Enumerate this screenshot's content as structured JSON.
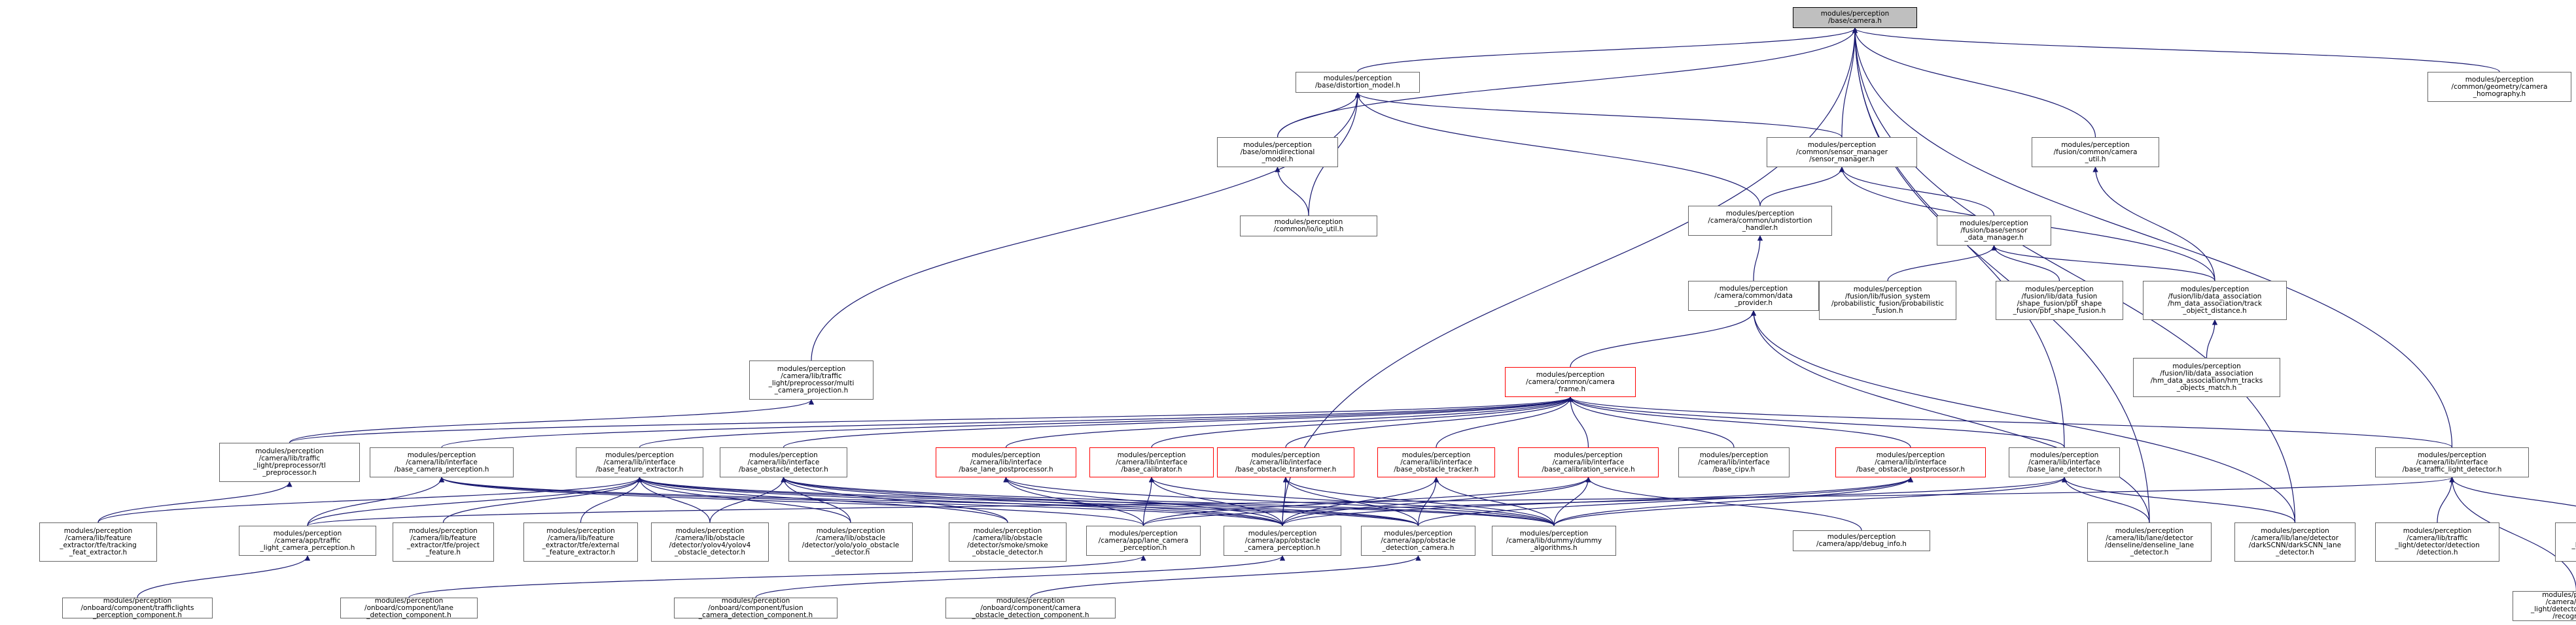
{
  "graph": {
    "nodes": [
      {
        "id": "root",
        "lines": [
          "modules/perception",
          "/base/camera.h"
        ],
        "red": false,
        "root": true
      },
      {
        "id": "distortion",
        "lines": [
          "modules/perception",
          "/base/distortion_model.h"
        ],
        "red": false
      },
      {
        "id": "geometry",
        "lines": [
          "modules/perception",
          "/common/geometry/camera",
          "_homography.h"
        ],
        "red": false
      },
      {
        "id": "omni",
        "lines": [
          "modules/perception",
          "/base/omnidirectional",
          "_model.h"
        ],
        "red": false
      },
      {
        "id": "sensor_mgr",
        "lines": [
          "modules/perception",
          "/common/sensor_manager",
          "/sensor_manager.h"
        ],
        "red": false
      },
      {
        "id": "fusion_cam",
        "lines": [
          "modules/perception",
          "/fusion/common/camera",
          "_util.h"
        ],
        "red": false
      },
      {
        "id": "io_util",
        "lines": [
          "modules/perception",
          "/common/io/io_util.h"
        ],
        "red": false
      },
      {
        "id": "undistort",
        "lines": [
          "modules/perception",
          "/camera/common/undistortion",
          "_handler.h"
        ],
        "red": false
      },
      {
        "id": "sensor_data",
        "lines": [
          "modules/perception",
          "/fusion/base/sensor",
          "_data_manager.h"
        ],
        "red": false
      },
      {
        "id": "data_provider",
        "lines": [
          "modules/perception",
          "/camera/common/data",
          "_provider.h"
        ],
        "red": false
      },
      {
        "id": "fusion_system",
        "lines": [
          "modules/perception",
          "/fusion/lib/fusion_system",
          "/probabilistic_fusion/probabilistic",
          "_fusion.h"
        ],
        "red": false
      },
      {
        "id": "pbf_shape",
        "lines": [
          "modules/perception",
          "/fusion/lib/data_fusion",
          "/shape_fusion/pbf_shape",
          "_fusion/pbf_shape_fusion.h"
        ],
        "red": false
      },
      {
        "id": "track_obj",
        "lines": [
          "modules/perception",
          "/fusion/lib/data_association",
          "/hm_data_association/track",
          "_object_distance.h"
        ],
        "red": false
      },
      {
        "id": "hm_tracks",
        "lines": [
          "modules/perception",
          "/fusion/lib/data_association",
          "/hm_data_association/hm_tracks",
          "_objects_match.h"
        ],
        "red": false
      },
      {
        "id": "tl_multi",
        "lines": [
          "modules/perception",
          "/camera/lib/traffic",
          "_light/preprocessor/multi",
          "_camera_projection.h"
        ],
        "red": false
      },
      {
        "id": "camera_frame",
        "lines": [
          "modules/perception",
          "/camera/common/camera",
          "_frame.h"
        ],
        "red": true
      },
      {
        "id": "tl_pre",
        "lines": [
          "modules/perception",
          "/camera/lib/traffic",
          "_light/preprocessor/tl",
          "_preprocessor.h"
        ],
        "red": false
      },
      {
        "id": "base_cam_perc",
        "lines": [
          "modules/perception",
          "/camera/lib/interface",
          "/base_camera_perception.h"
        ],
        "red": false
      },
      {
        "id": "base_feat",
        "lines": [
          "modules/perception",
          "/camera/lib/interface",
          "/base_feature_extractor.h"
        ],
        "red": false
      },
      {
        "id": "base_obst",
        "lines": [
          "modules/perception",
          "/camera/lib/interface",
          "/base_obstacle_detector.h"
        ],
        "red": false
      },
      {
        "id": "base_lane_post",
        "lines": [
          "modules/perception",
          "/camera/lib/interface",
          "/base_lane_postprocessor.h"
        ],
        "red": true
      },
      {
        "id": "base_calibrator",
        "lines": [
          "modules/perception",
          "/camera/lib/interface",
          "/base_calibrator.h"
        ],
        "red": true
      },
      {
        "id": "base_obst_trans",
        "lines": [
          "modules/perception",
          "/camera/lib/interface",
          "/base_obstacle_transformer.h"
        ],
        "red": true
      },
      {
        "id": "base_obst_track",
        "lines": [
          "modules/perception",
          "/camera/lib/interface",
          "/base_obstacle_tracker.h"
        ],
        "red": true
      },
      {
        "id": "base_calib_svc",
        "lines": [
          "modules/perception",
          "/camera/lib/interface",
          "/base_calibration_service.h"
        ],
        "red": true
      },
      {
        "id": "base_cipv",
        "lines": [
          "modules/perception",
          "/camera/lib/interface",
          "/base_cipv.h"
        ],
        "red": false
      },
      {
        "id": "base_obst_post",
        "lines": [
          "modules/perception",
          "/camera/lib/interface",
          "/base_obstacle_postprocessor.h"
        ],
        "red": true
      },
      {
        "id": "base_lane_det",
        "lines": [
          "modules/perception",
          "/camera/lib/interface",
          "/base_lane_detector.h"
        ],
        "red": false
      },
      {
        "id": "base_tl_det",
        "lines": [
          "modules/perception",
          "/camera/lib/interface",
          "/base_traffic_light_detector.h"
        ],
        "red": false
      },
      {
        "id": "feat_tracking",
        "lines": [
          "modules/perception",
          "/camera/lib/feature",
          "_extractor/tfe/tracking",
          "_feat_extractor.h"
        ],
        "red": false
      },
      {
        "id": "app_tl_cam",
        "lines": [
          "modules/perception",
          "/camera/app/traffic",
          "_light_camera_perception.h"
        ],
        "red": false
      },
      {
        "id": "feat_project",
        "lines": [
          "modules/perception",
          "/camera/lib/feature",
          "_extractor/tfe/project",
          "_feature.h"
        ],
        "red": false
      },
      {
        "id": "feat_external",
        "lines": [
          "modules/perception",
          "/camera/lib/feature",
          "_extractor/tfe/external",
          "_feature_extractor.h"
        ],
        "red": false
      },
      {
        "id": "yolov4",
        "lines": [
          "modules/perception",
          "/camera/lib/obstacle",
          "/detector/yolov4/yolov4",
          "_obstacle_detector.h"
        ],
        "red": false
      },
      {
        "id": "yolo",
        "lines": [
          "modules/perception",
          "/camera/lib/obstacle",
          "/detector/yolo/yolo_obstacle",
          "_detector.h"
        ],
        "red": false
      },
      {
        "id": "smoke",
        "lines": [
          "modules/perception",
          "/camera/lib/obstacle",
          "/detector/smoke/smoke",
          "_obstacle_detector.h"
        ],
        "red": false
      },
      {
        "id": "app_lane_cam",
        "lines": [
          "modules/perception",
          "/camera/app/lane_camera",
          "_perception.h"
        ],
        "red": false
      },
      {
        "id": "app_obst_cam",
        "lines": [
          "modules/perception",
          "/camera/app/obstacle",
          "_camera_perception.h"
        ],
        "red": false
      },
      {
        "id": "app_obst_det",
        "lines": [
          "modules/perception",
          "/camera/app/obstacle",
          "_detection_camera.h"
        ],
        "red": false
      },
      {
        "id": "dummy",
        "lines": [
          "modules/perception",
          "/camera/lib/dummy/dummy",
          "_algorithms.h"
        ],
        "red": false
      },
      {
        "id": "debug_info",
        "lines": [
          "modules/perception",
          "/camera/app/debug_info.h"
        ],
        "red": false
      },
      {
        "id": "denseline",
        "lines": [
          "modules/perception",
          "/camera/lib/lane/detector",
          "/denseline/denseline_lane",
          "_detector.h"
        ],
        "red": false
      },
      {
        "id": "darkscnn",
        "lines": [
          "modules/perception",
          "/camera/lib/lane/detector",
          "/darkSCNN/darkSCNN_lane",
          "_detector.h"
        ],
        "red": false
      },
      {
        "id": "tl_detection",
        "lines": [
          "modules/perception",
          "/camera/lib/traffic",
          "_light/detector/detection",
          "/detection.h"
        ],
        "red": false
      },
      {
        "id": "tl_classify",
        "lines": [
          "modules/perception",
          "/camera/lib/traffic",
          "_light/detector/recognition",
          "/classify.h"
        ],
        "red": false
      },
      {
        "id": "onb_tl",
        "lines": [
          "modules/perception",
          "/onboard/component/trafficlights",
          "_perception_component.h"
        ],
        "red": false
      },
      {
        "id": "onb_lane",
        "lines": [
          "modules/perception",
          "/onboard/component/lane",
          "_detection_component.h"
        ],
        "red": false
      },
      {
        "id": "onb_fusion",
        "lines": [
          "modules/perception",
          "/onboard/component/fusion",
          "_camera_detection_component.h"
        ],
        "red": false
      },
      {
        "id": "onb_camobs",
        "lines": [
          "modules/perception",
          "/onboard/component/camera",
          "_obstacle_detection_component.h"
        ],
        "red": false
      },
      {
        "id": "tl_recognition",
        "lines": [
          "modules/perception",
          "/camera/lib/traffic",
          "_light/detector/recognition",
          "/recognition.h"
        ],
        "red": false
      }
    ],
    "edges": [
      [
        "distortion",
        "root"
      ],
      [
        "geometry",
        "root"
      ],
      [
        "omni",
        "root"
      ],
      [
        "sensor_mgr",
        "root"
      ],
      [
        "fusion_cam",
        "root"
      ],
      [
        "omni",
        "distortion"
      ],
      [
        "io_util",
        "distortion"
      ],
      [
        "sensor_mgr",
        "distortion"
      ],
      [
        "undistort",
        "distortion"
      ],
      [
        "tl_multi",
        "distortion"
      ],
      [
        "io_util",
        "omni"
      ],
      [
        "undistort",
        "sensor_mgr"
      ],
      [
        "sensor_data",
        "sensor_mgr"
      ],
      [
        "track_obj",
        "sensor_mgr"
      ],
      [
        "track_obj",
        "fusion_cam"
      ],
      [
        "data_provider",
        "undistort"
      ],
      [
        "fusion_system",
        "sensor_data"
      ],
      [
        "pbf_shape",
        "sensor_data"
      ],
      [
        "track_obj",
        "sensor_data"
      ],
      [
        "hm_tracks",
        "track_obj"
      ],
      [
        "camera_frame",
        "data_provider"
      ],
      [
        "tl_pre",
        "tl_multi"
      ],
      [
        "base_cam_perc",
        "camera_frame"
      ],
      [
        "base_feat",
        "camera_frame"
      ],
      [
        "base_obst",
        "camera_frame"
      ],
      [
        "base_lane_post",
        "camera_frame"
      ],
      [
        "base_calibrator",
        "camera_frame"
      ],
      [
        "base_obst_trans",
        "camera_frame"
      ],
      [
        "base_obst_track",
        "camera_frame"
      ],
      [
        "base_calib_svc",
        "camera_frame"
      ],
      [
        "base_cipv",
        "camera_frame"
      ],
      [
        "base_obst_post",
        "camera_frame"
      ],
      [
        "base_lane_det",
        "camera_frame"
      ],
      [
        "base_tl_det",
        "camera_frame"
      ],
      [
        "tl_pre",
        "camera_frame"
      ],
      [
        "feat_tracking",
        "base_feat"
      ],
      [
        "app_tl_cam",
        "base_feat"
      ],
      [
        "feat_project",
        "base_feat"
      ],
      [
        "feat_external",
        "base_feat"
      ],
      [
        "yolov4",
        "base_feat"
      ],
      [
        "yolo",
        "base_feat"
      ],
      [
        "smoke",
        "base_feat"
      ],
      [
        "app_obst_cam",
        "base_feat"
      ],
      [
        "app_obst_det",
        "base_feat"
      ],
      [
        "dummy",
        "base_feat"
      ],
      [
        "yolov4",
        "base_obst"
      ],
      [
        "yolo",
        "base_obst"
      ],
      [
        "smoke",
        "base_obst"
      ],
      [
        "app_obst_cam",
        "base_obst"
      ],
      [
        "app_obst_det",
        "base_obst"
      ],
      [
        "dummy",
        "base_obst"
      ],
      [
        "app_lane_cam",
        "base_lane_post"
      ],
      [
        "app_obst_cam",
        "base_lane_post"
      ],
      [
        "dummy",
        "base_lane_post"
      ],
      [
        "app_lane_cam",
        "base_calibrator"
      ],
      [
        "app_obst_cam",
        "base_calibrator"
      ],
      [
        "dummy",
        "base_calibrator"
      ],
      [
        "app_obst_cam",
        "base_obst_trans"
      ],
      [
        "app_obst_det",
        "base_obst_trans"
      ],
      [
        "dummy",
        "base_obst_trans"
      ],
      [
        "app_obst_cam",
        "base_obst_track"
      ],
      [
        "app_obst_det",
        "base_obst_track"
      ],
      [
        "dummy",
        "base_obst_track"
      ],
      [
        "app_lane_cam",
        "base_calib_svc"
      ],
      [
        "app_obst_cam",
        "base_calib_svc"
      ],
      [
        "debug_info",
        "base_calib_svc"
      ],
      [
        "dummy",
        "base_calib_svc"
      ],
      [
        "app_obst_cam",
        "base_obst_post"
      ],
      [
        "app_obst_det",
        "base_obst_post"
      ],
      [
        "dummy",
        "base_obst_post"
      ],
      [
        "app_lane_cam",
        "base_lane_det"
      ],
      [
        "denseline",
        "base_lane_det"
      ],
      [
        "darkscnn",
        "base_lane_det"
      ],
      [
        "dummy",
        "base_lane_det"
      ],
      [
        "app_tl_cam",
        "base_tl_det"
      ],
      [
        "tl_detection",
        "base_tl_det"
      ],
      [
        "tl_classify",
        "base_tl_det"
      ],
      [
        "tl_recognition",
        "base_tl_det"
      ],
      [
        "app_tl_cam",
        "base_cam_perc"
      ],
      [
        "app_lane_cam",
        "base_cam_perc"
      ],
      [
        "app_obst_cam",
        "base_cam_perc"
      ],
      [
        "app_obst_det",
        "base_cam_perc"
      ],
      [
        "feat_tracking",
        "tl_pre"
      ],
      [
        "onb_tl",
        "app_tl_cam"
      ],
      [
        "onb_lane",
        "app_lane_cam"
      ],
      [
        "onb_fusion",
        "app_obst_cam"
      ],
      [
        "onb_camobs",
        "app_obst_det"
      ],
      [
        "tl_recognition",
        "tl_classify"
      ],
      [
        "base_tl_det",
        "root"
      ],
      [
        "denseline",
        "root"
      ],
      [
        "darkscnn",
        "root"
      ],
      [
        "base_lane_det",
        "root"
      ],
      [
        "app_obst_cam",
        "root"
      ],
      [
        "denseline",
        "data_provider"
      ],
      [
        "darkscnn",
        "data_provider"
      ]
    ]
  }
}
